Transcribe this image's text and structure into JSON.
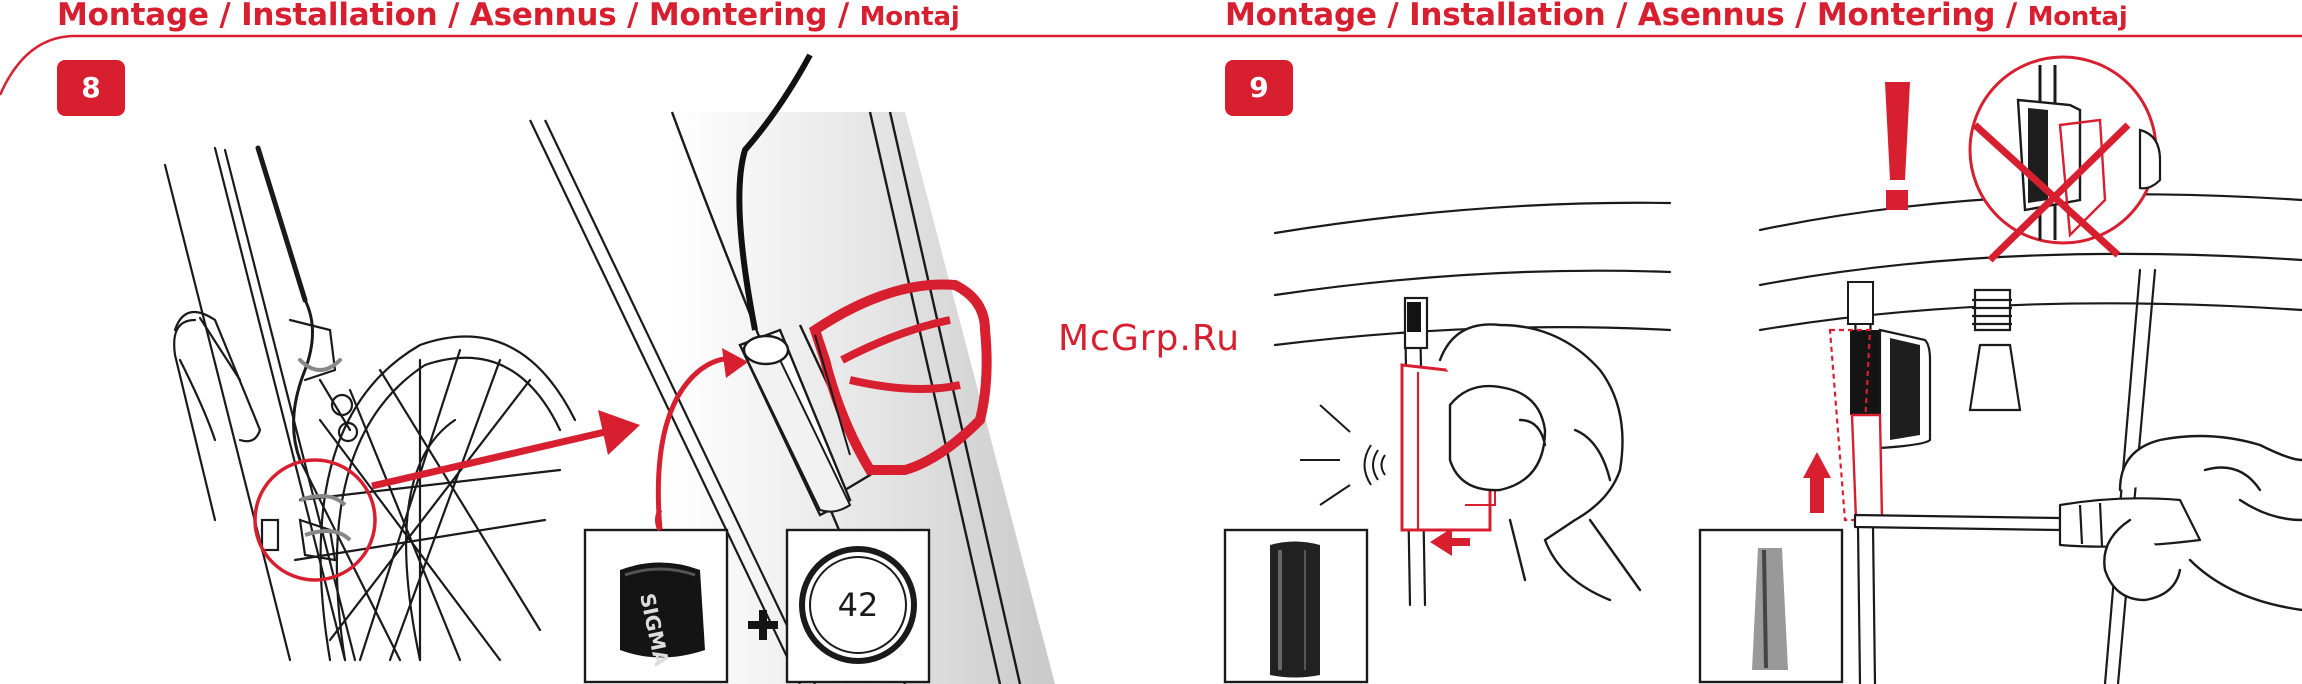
{
  "header": {
    "left": [
      "Montage",
      "Installation",
      "Asennus",
      "Montering",
      "Montaj"
    ],
    "right": [
      "Montage",
      "Installation",
      "Asennus",
      "Montering",
      "Montaj"
    ],
    "separator": "/"
  },
  "steps": {
    "step8": {
      "number": "8"
    },
    "step9": {
      "number": "9"
    }
  },
  "sensor_brand": "SIGMA",
  "ring_label": "42",
  "warning_mark": "!",
  "watermark": "McGrp.Ru",
  "colors": {
    "accent": "#d71f30",
    "line": "#1a1a1a",
    "text": "#ffffff"
  },
  "icons": [
    "plus-icon",
    "arrow-icon",
    "cross-icon",
    "exclamation-icon",
    "signal-icon"
  ]
}
